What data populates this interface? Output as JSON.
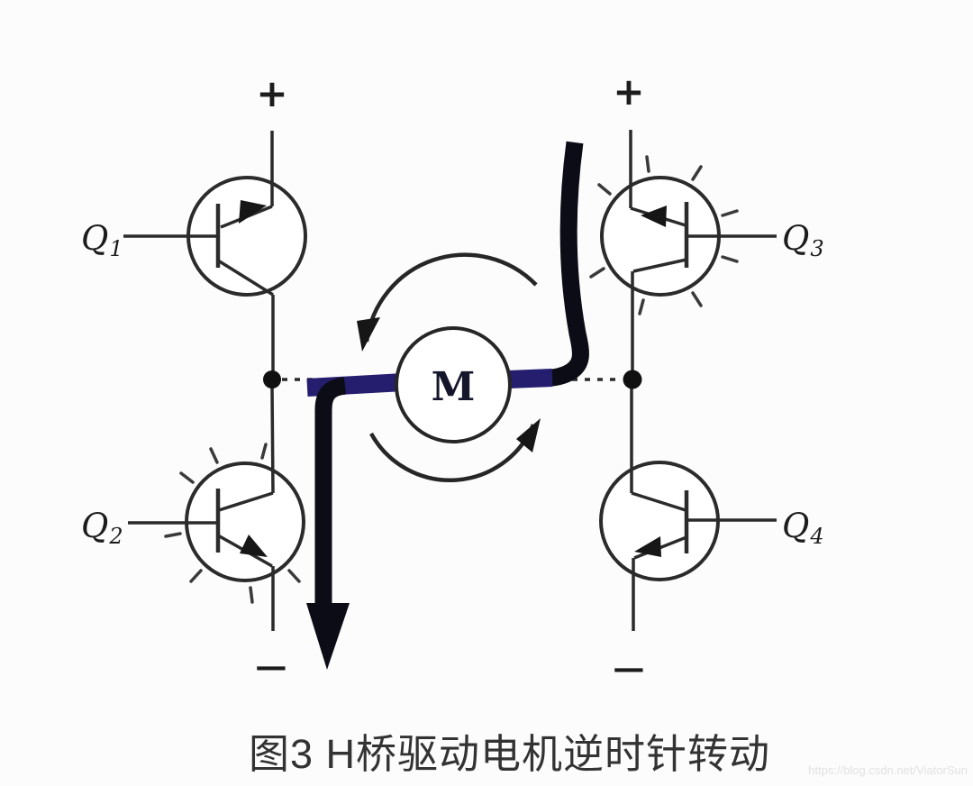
{
  "figure": {
    "caption": "图3 H桥驱动电机逆时针转动",
    "watermark": "https://blog.csdn.net/ViatorSun"
  },
  "diagram": {
    "motor": {
      "label": "M"
    },
    "terminals": {
      "positive": "+",
      "negative": "−"
    },
    "transistors": [
      {
        "name": "Q",
        "sub": "1",
        "position": "top-left",
        "conducting": false
      },
      {
        "name": "Q",
        "sub": "2",
        "position": "bottom-left",
        "conducting": true
      },
      {
        "name": "Q",
        "sub": "3",
        "position": "top-right",
        "conducting": true
      },
      {
        "name": "Q",
        "sub": "4",
        "position": "bottom-right",
        "conducting": false
      }
    ],
    "rotation_direction": "counterclockwise",
    "colors": {
      "wire": "#2b2b2b",
      "current_path": "#0c0c16",
      "current_highlight": "#251d6e",
      "background": "#fcfcfc",
      "caption_text": "#333333",
      "watermark_text": "#e2e2e2"
    }
  }
}
